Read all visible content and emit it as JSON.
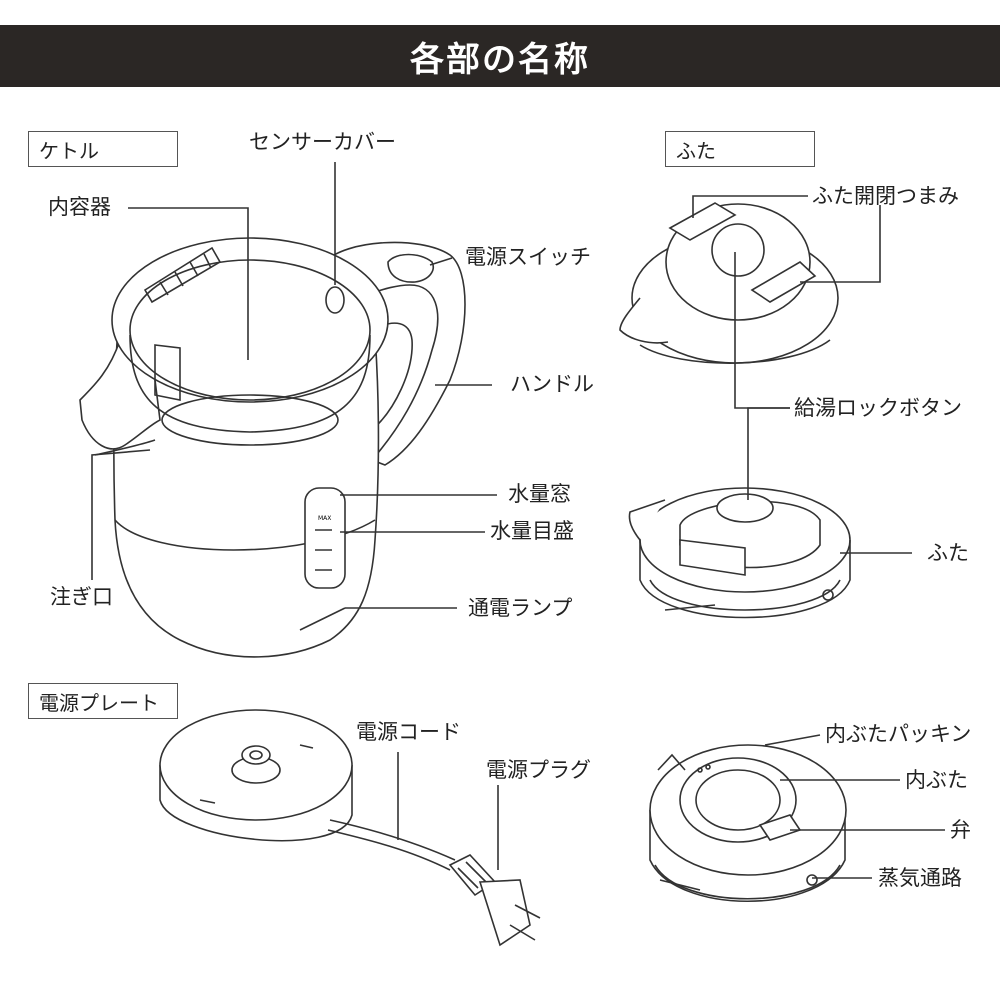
{
  "title": "各部の名称",
  "sections": {
    "kettle": "ケトル",
    "lid": "ふた",
    "base": "電源プレート"
  },
  "labels": {
    "sensor_cover": "センサーカバー",
    "inner_container": "内容器",
    "power_switch": "電源スイッチ",
    "handle": "ハンドル",
    "water_window": "水量窓",
    "water_scale": "水量目盛",
    "spout": "注ぎ口",
    "power_lamp": "通電ランプ",
    "lid_knob": "ふた開閉つまみ",
    "lock_button": "給湯ロックボタン",
    "lid": "ふた",
    "power_cord": "電源コード",
    "power_plug": "電源プラグ",
    "inner_lid_packing": "内ぶたパッキン",
    "inner_lid": "内ぶた",
    "valve": "弁",
    "steam_path": "蒸気通路",
    "max_mark": "MAX"
  }
}
